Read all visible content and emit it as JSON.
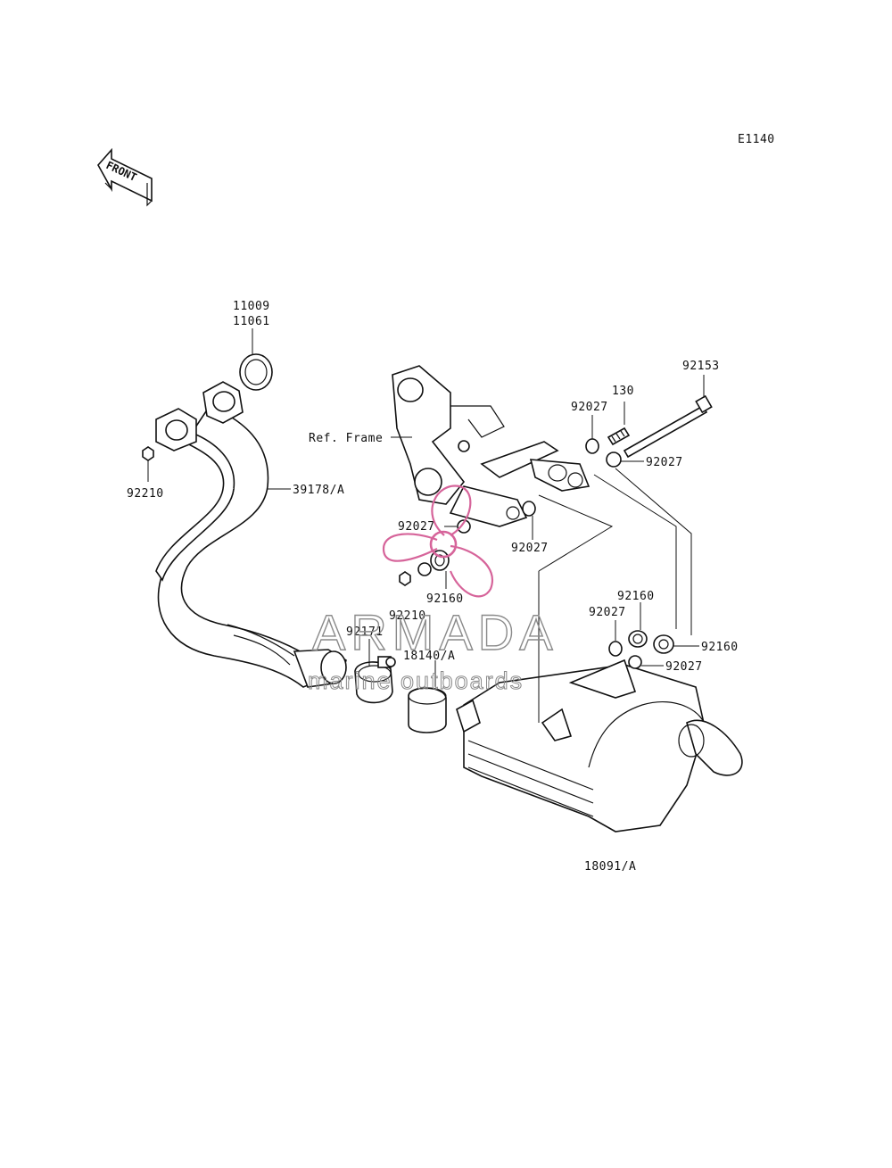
{
  "diagram_code": "E1140",
  "front_marker": "FRONT",
  "labels": {
    "p11009": "11009",
    "p11061": "11061",
    "p92210_left": "92210",
    "p39178": "39178/A",
    "ref_frame": "Ref. Frame",
    "p92153": "92153",
    "p130": "130",
    "p92027_top": "92027",
    "p92027_right": "92027",
    "p92027_mid_left": "92027",
    "p92027_mid_right": "92027",
    "p92160_mid": "92160",
    "p92210_mid": "92210",
    "p92171": "92171",
    "p18140": "18140/A",
    "p92160_right_top": "92160",
    "p92027_right_low": "92027",
    "p92160_right": "92160",
    "p92027_bottom": "92027",
    "p18091": "18091/A"
  },
  "watermark": {
    "title": "ARMADA",
    "subtitle": "marine outboards",
    "accent_color": "#d6649a"
  }
}
